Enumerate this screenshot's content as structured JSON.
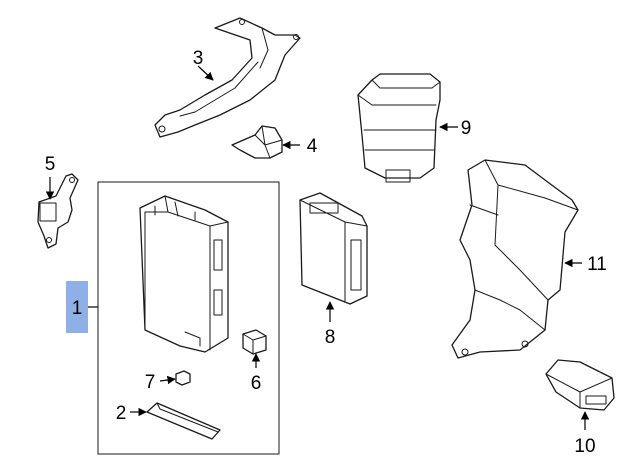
{
  "highlight_color": "#8fb0e6",
  "callouts": {
    "c1": "1",
    "c2": "2",
    "c3": "3",
    "c4": "4",
    "c5": "5",
    "c6": "6",
    "c7": "7",
    "c8": "8",
    "c9": "9",
    "c10": "10",
    "c11": "11"
  },
  "highlighted_callout": "1"
}
